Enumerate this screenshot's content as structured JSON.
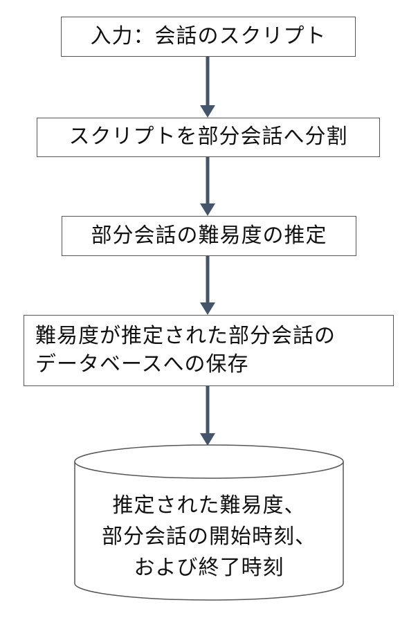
{
  "steps": [
    {
      "lines": [
        "入力：会話のスクリプト"
      ]
    },
    {
      "lines": [
        "スクリプトを部分会話へ分割"
      ]
    },
    {
      "lines": [
        "部分会話の難易度の推定"
      ]
    },
    {
      "lines": [
        "難易度が推定された部分会話の",
        "データベースへの保存"
      ]
    }
  ],
  "database": {
    "lines": [
      "推定された難易度、",
      "部分会話の開始時刻、",
      "および終了時刻"
    ]
  },
  "colors": {
    "arrow": "#44546a",
    "border": "#555555"
  }
}
